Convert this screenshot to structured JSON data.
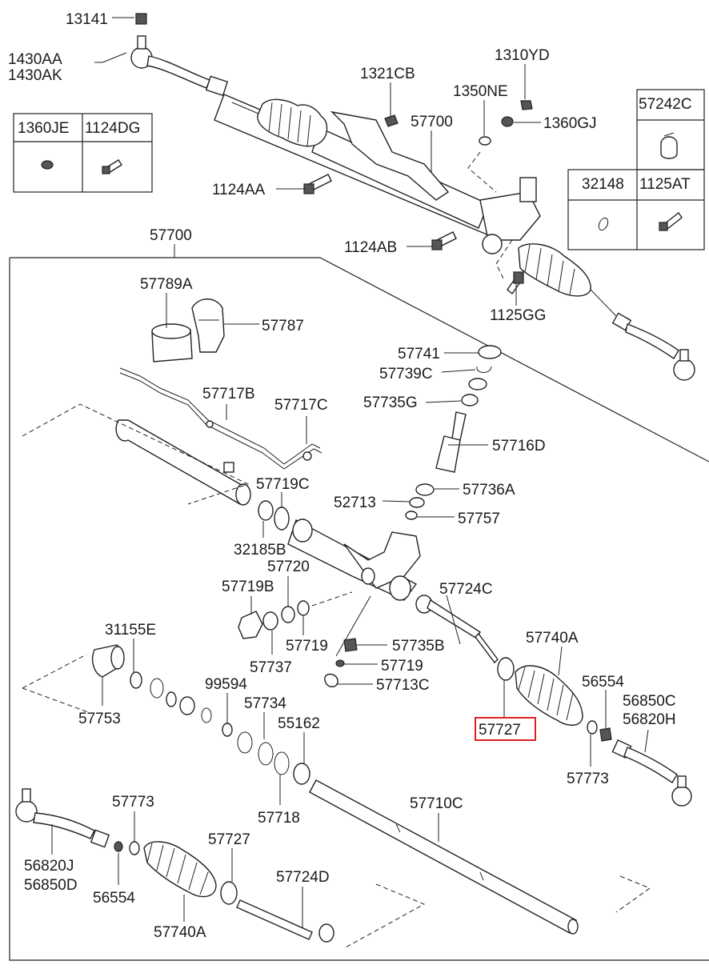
{
  "diagram": {
    "highlighted_part": "57727",
    "labels": {
      "l13141": "13141",
      "l1430AA": "1430AA",
      "l1430AK": "1430AK",
      "l1321CB": "1321CB",
      "l1310YD": "1310YD",
      "l1350NE": "1350NE",
      "l57700_top": "57700",
      "l1360GJ": "1360GJ",
      "l57242C": "57242C",
      "l1360JE": "1360JE",
      "l1124DG": "1124DG",
      "l1124AA": "1124AA",
      "l32148": "32148",
      "l1125AT": "1125AT",
      "l57700_main": "57700",
      "l1124AB": "1124AB",
      "l57789A": "57789A",
      "l1125GG": "1125GG",
      "l57787": "57787",
      "l57741": "57741",
      "l57739C": "57739C",
      "l57717B": "57717B",
      "l57735G": "57735G",
      "l57717C": "57717C",
      "l57716D": "57716D",
      "l57719C": "57719C",
      "l57736A": "57736A",
      "l52713": "52713",
      "l57757": "57757",
      "l32185B": "32185B",
      "l57720": "57720",
      "l57719B": "57719B",
      "l57724C": "57724C",
      "l57719_a": "57719",
      "l57735B": "57735B",
      "l57737": "57737",
      "l31155E": "31155E",
      "l57740A_r": "57740A",
      "l57719_b": "57719",
      "l57713C": "57713C",
      "l56554_r": "56554",
      "l99594": "99594",
      "l57734": "57734",
      "l56850C": "56850C",
      "l56820H": "56820H",
      "l57753": "57753",
      "l55162": "55162",
      "l57727_r": "57727",
      "l57773_r": "57773",
      "l57718": "57718",
      "l57773_l": "57773",
      "l57710C": "57710C",
      "l57727_l": "57727",
      "l56820J": "56820J",
      "l56850D": "56850D",
      "l56554_l": "56554",
      "l57724D": "57724D",
      "l57740A_l": "57740A"
    }
  }
}
